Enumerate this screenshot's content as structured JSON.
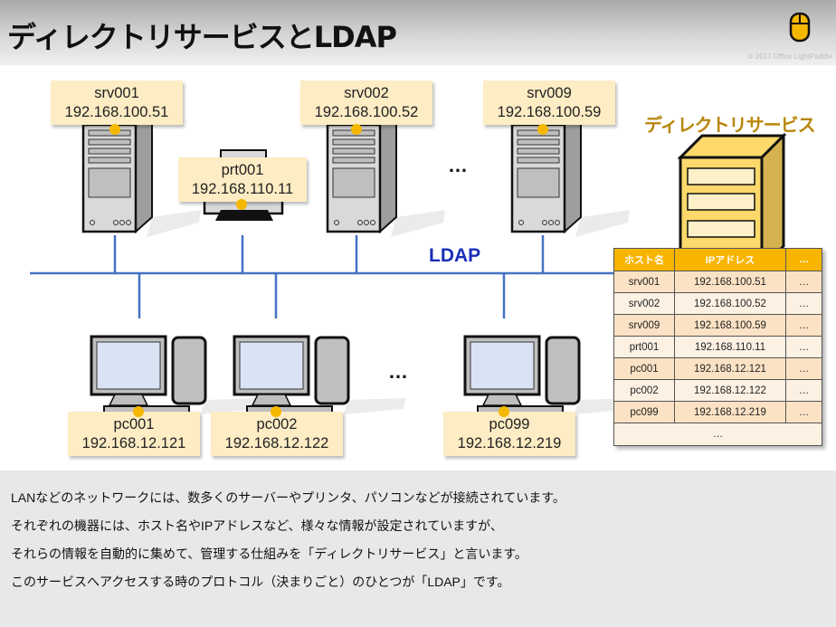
{
  "header": {
    "title": "ディレクトリサービスとLDAP",
    "copyright": "© 2017 Office LightPaddle",
    "logo_icon": "mouse-icon"
  },
  "diagram": {
    "network_label": "LDAP",
    "ellipsis": "…",
    "servers": [
      {
        "host": "srv001",
        "ip": "192.168.100.51"
      },
      {
        "host": "srv002",
        "ip": "192.168.100.52"
      },
      {
        "host": "srv009",
        "ip": "192.168.100.59"
      }
    ],
    "printer": {
      "host": "prt001",
      "ip": "192.168.110.11"
    },
    "pcs": [
      {
        "host": "pc001",
        "ip": "192.168.12.121"
      },
      {
        "host": "pc002",
        "ip": "192.168.12.122"
      },
      {
        "host": "pc099",
        "ip": "192.168.12.219"
      }
    ],
    "directory_service": {
      "title": "ディレクトリサービス",
      "columns": [
        "ホスト名",
        "IPアドレス",
        "…"
      ],
      "rows": [
        [
          "srv001",
          "192.168.100.51",
          "…"
        ],
        [
          "srv002",
          "192.168.100.52",
          "…"
        ],
        [
          "srv009",
          "192.168.100.59",
          "…"
        ],
        [
          "prt001",
          "192.168.110.11",
          "…"
        ],
        [
          "pc001",
          "192.168.12.121",
          "…"
        ],
        [
          "pc002",
          "192.168.12.122",
          "…"
        ],
        [
          "pc099",
          "192.168.12.219",
          "…"
        ]
      ],
      "more": "…"
    }
  },
  "description": [
    "LANなどのネットワークには、数多くのサーバーやプリンタ、パソコンなどが接続されています。",
    "それぞれの機器には、ホスト名やIPアドレスなど、様々な情報が設定されていますが、",
    "それらの情報を自動的に集めて、管理する仕組みを「ディレクトリサービス」と言います。",
    "このサービスへアクセスする時のプロトコル（決まりごと）のひとつが「LDAP」です。"
  ],
  "colors": {
    "accent": "#f7b500",
    "network_line": "#4472c4",
    "label_bg": "#fdecc4",
    "ldap_text": "#1a2fb8"
  }
}
